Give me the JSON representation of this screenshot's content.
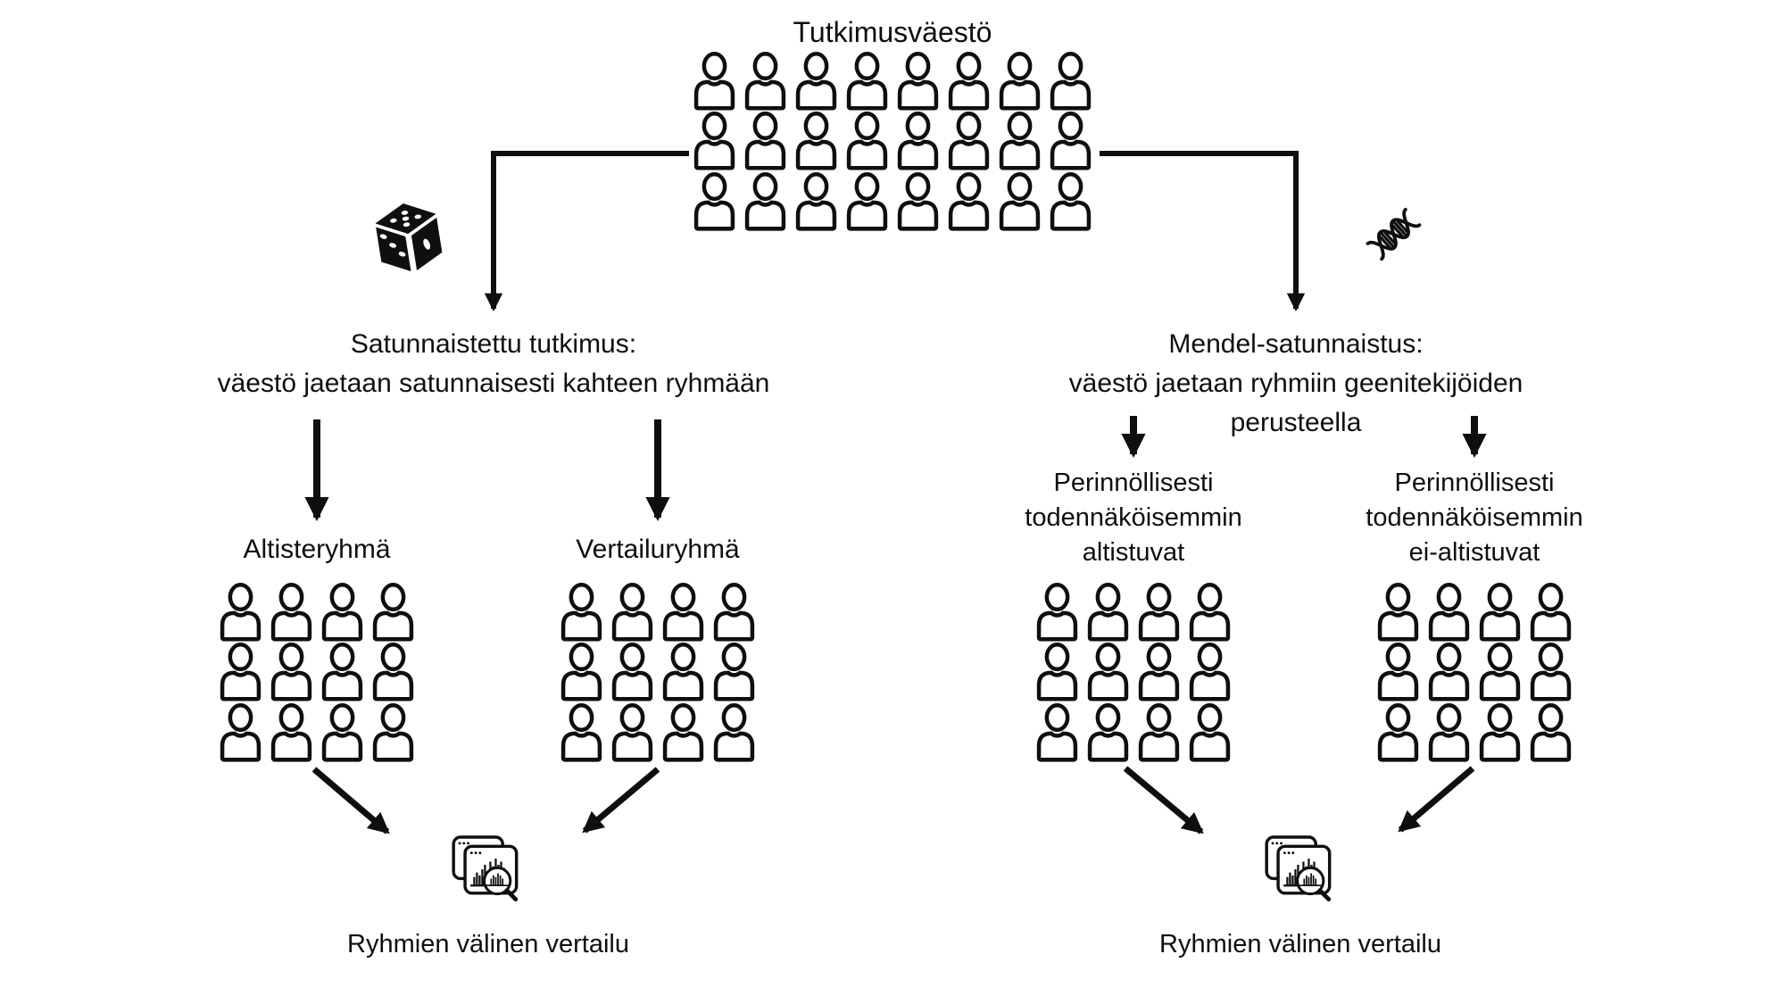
{
  "title": "Tutkimusväestö",
  "population": {
    "rows": 3,
    "cols": 8
  },
  "group": {
    "rows": 3,
    "cols": 4
  },
  "left_branch": {
    "method_icon": "dice-icon",
    "heading": "Satunnaistettu tutkimus:\nväestö jaetaan satunnaisesti kahteen ryhmään",
    "group1_label": "Altisteryhmä",
    "group2_label": "Vertailuryhmä",
    "comparison_label": "Ryhmien välinen vertailu"
  },
  "right_branch": {
    "method_icon": "dna-icon",
    "heading": "Mendel-satunnaistus:\nväestö jaetaan ryhmiin geenitekijöiden perusteella",
    "group1_label": "Perinnöllisesti\ntodennäköisemmin\naltistuvat",
    "group2_label": "Perinnöllisesti\ntodennäköisemmin\nei-altistuvat",
    "comparison_label": "Ryhmien välinen vertailu"
  },
  "colors": {
    "ink": "#0f0f0f",
    "background": "#ffffff"
  }
}
